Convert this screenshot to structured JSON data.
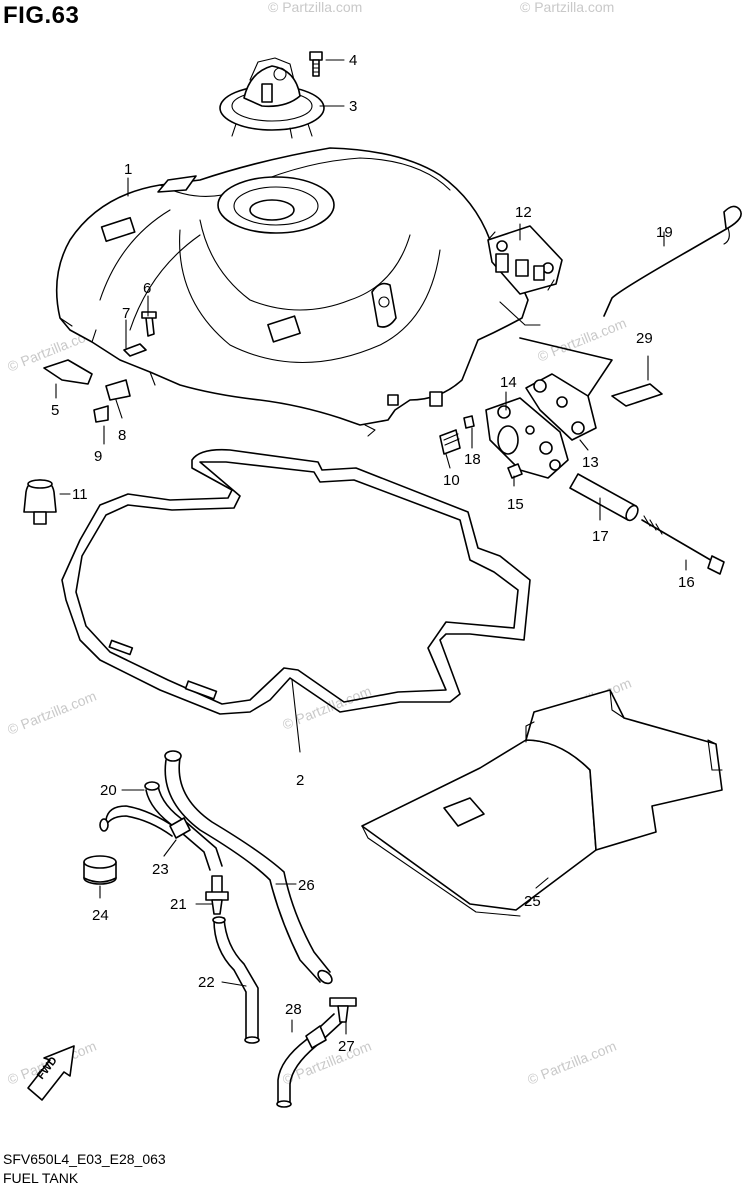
{
  "figure": {
    "title": "FIG.63",
    "model_code": "SFV650L4_E03_E28_063",
    "section_name": "FUEL TANK"
  },
  "watermark_text": "© Partzilla.com",
  "forward_arrow_label": "FWD",
  "callouts": [
    "1",
    "2",
    "3",
    "4",
    "5",
    "6",
    "7",
    "8",
    "9",
    "10",
    "11",
    "12",
    "13",
    "14",
    "15",
    "16",
    "17",
    "18",
    "19",
    "20",
    "21",
    "22",
    "23",
    "24",
    "25",
    "26",
    "27",
    "28",
    "29"
  ]
}
